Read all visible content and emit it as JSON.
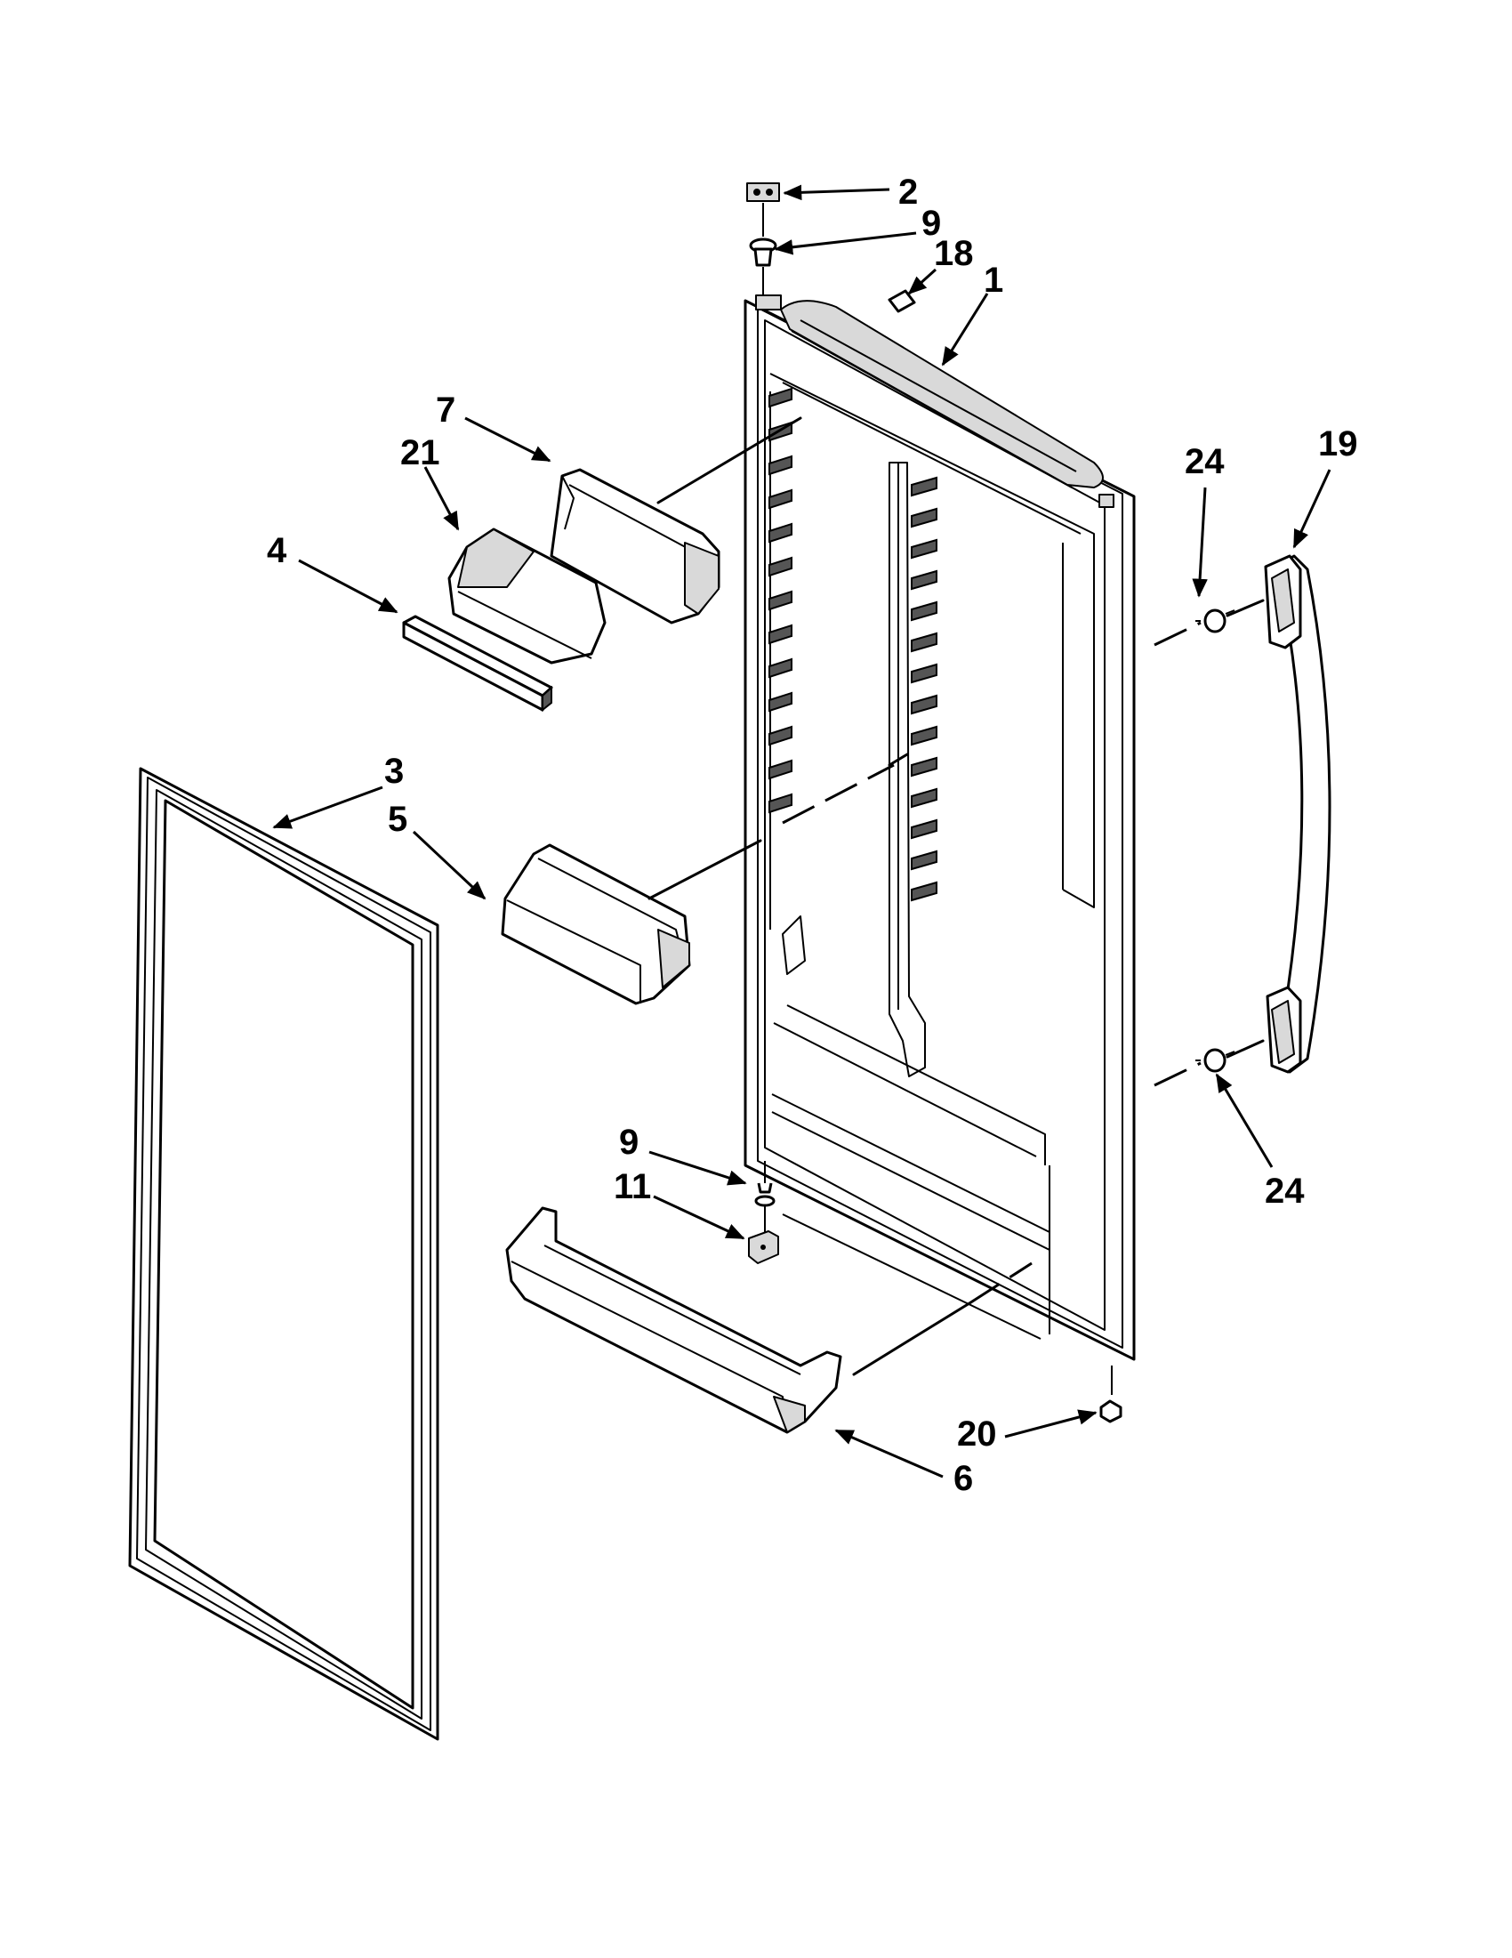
{
  "callouts": {
    "p1": "1",
    "p2": "2",
    "p3": "3",
    "p4": "4",
    "p5": "5",
    "p6": "6",
    "p7": "7",
    "p9_top": "9",
    "p9_bottom": "9",
    "p11": "11",
    "p18": "18",
    "p19": "19",
    "p20": "20",
    "p21": "21",
    "p24_top": "24",
    "p24_bottom": "24"
  }
}
